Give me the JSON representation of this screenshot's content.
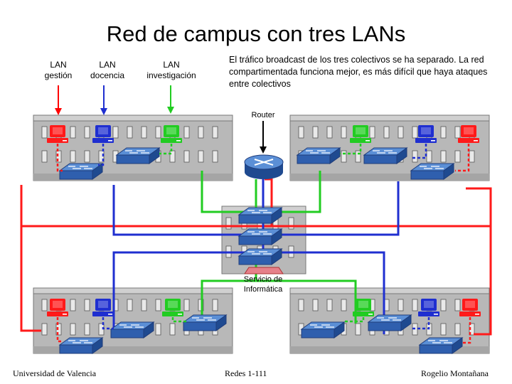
{
  "title": "Red de campus con tres LANs",
  "lans": [
    {
      "line1": "LAN",
      "line2": "gestión",
      "color": "#ff0000"
    },
    {
      "line1": "LAN",
      "line2": "docencia",
      "color": "#1f2fd0"
    },
    {
      "line1": "LAN",
      "line2": "investigación",
      "color": "#22cc22"
    }
  ],
  "note": "El tráfico broadcast de los tres colectivos se ha separado. La red compartimentada funciona mejor, es más difícil que haya ataques entre colectivos",
  "router_label": "Router",
  "si_label_line1": "Servicio de",
  "si_label_line2": "Informática",
  "footer": {
    "left": "Universidad de Valencia",
    "center": "Redes 1-111",
    "right": "Rogelio Montañana"
  }
}
